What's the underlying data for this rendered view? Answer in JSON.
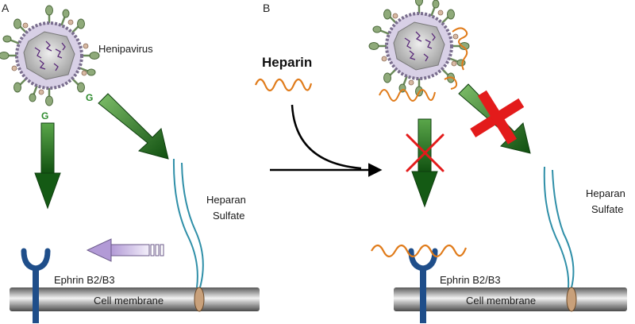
{
  "panels": {
    "a": "A",
    "b": "B"
  },
  "labels": {
    "henipavirus": "Henipavirus",
    "g_protein": "G",
    "heparin": "Heparin",
    "heparan_line1": "Heparan",
    "heparan_line2": "Sulfate",
    "ephrin": "Ephrin B2/B3",
    "membrane": "Cell membrane"
  },
  "colors": {
    "arrow_green": "#1f6b1f",
    "heparin_orange": "#e07b1a",
    "heparan_teal": "#2f8fa8",
    "ephrin_blue": "#1f4e8a",
    "block_red": "#e31b1b",
    "membrane_gray": "#8c8c8c",
    "reverse_arrow_lavender": "#b9a6d8"
  }
}
